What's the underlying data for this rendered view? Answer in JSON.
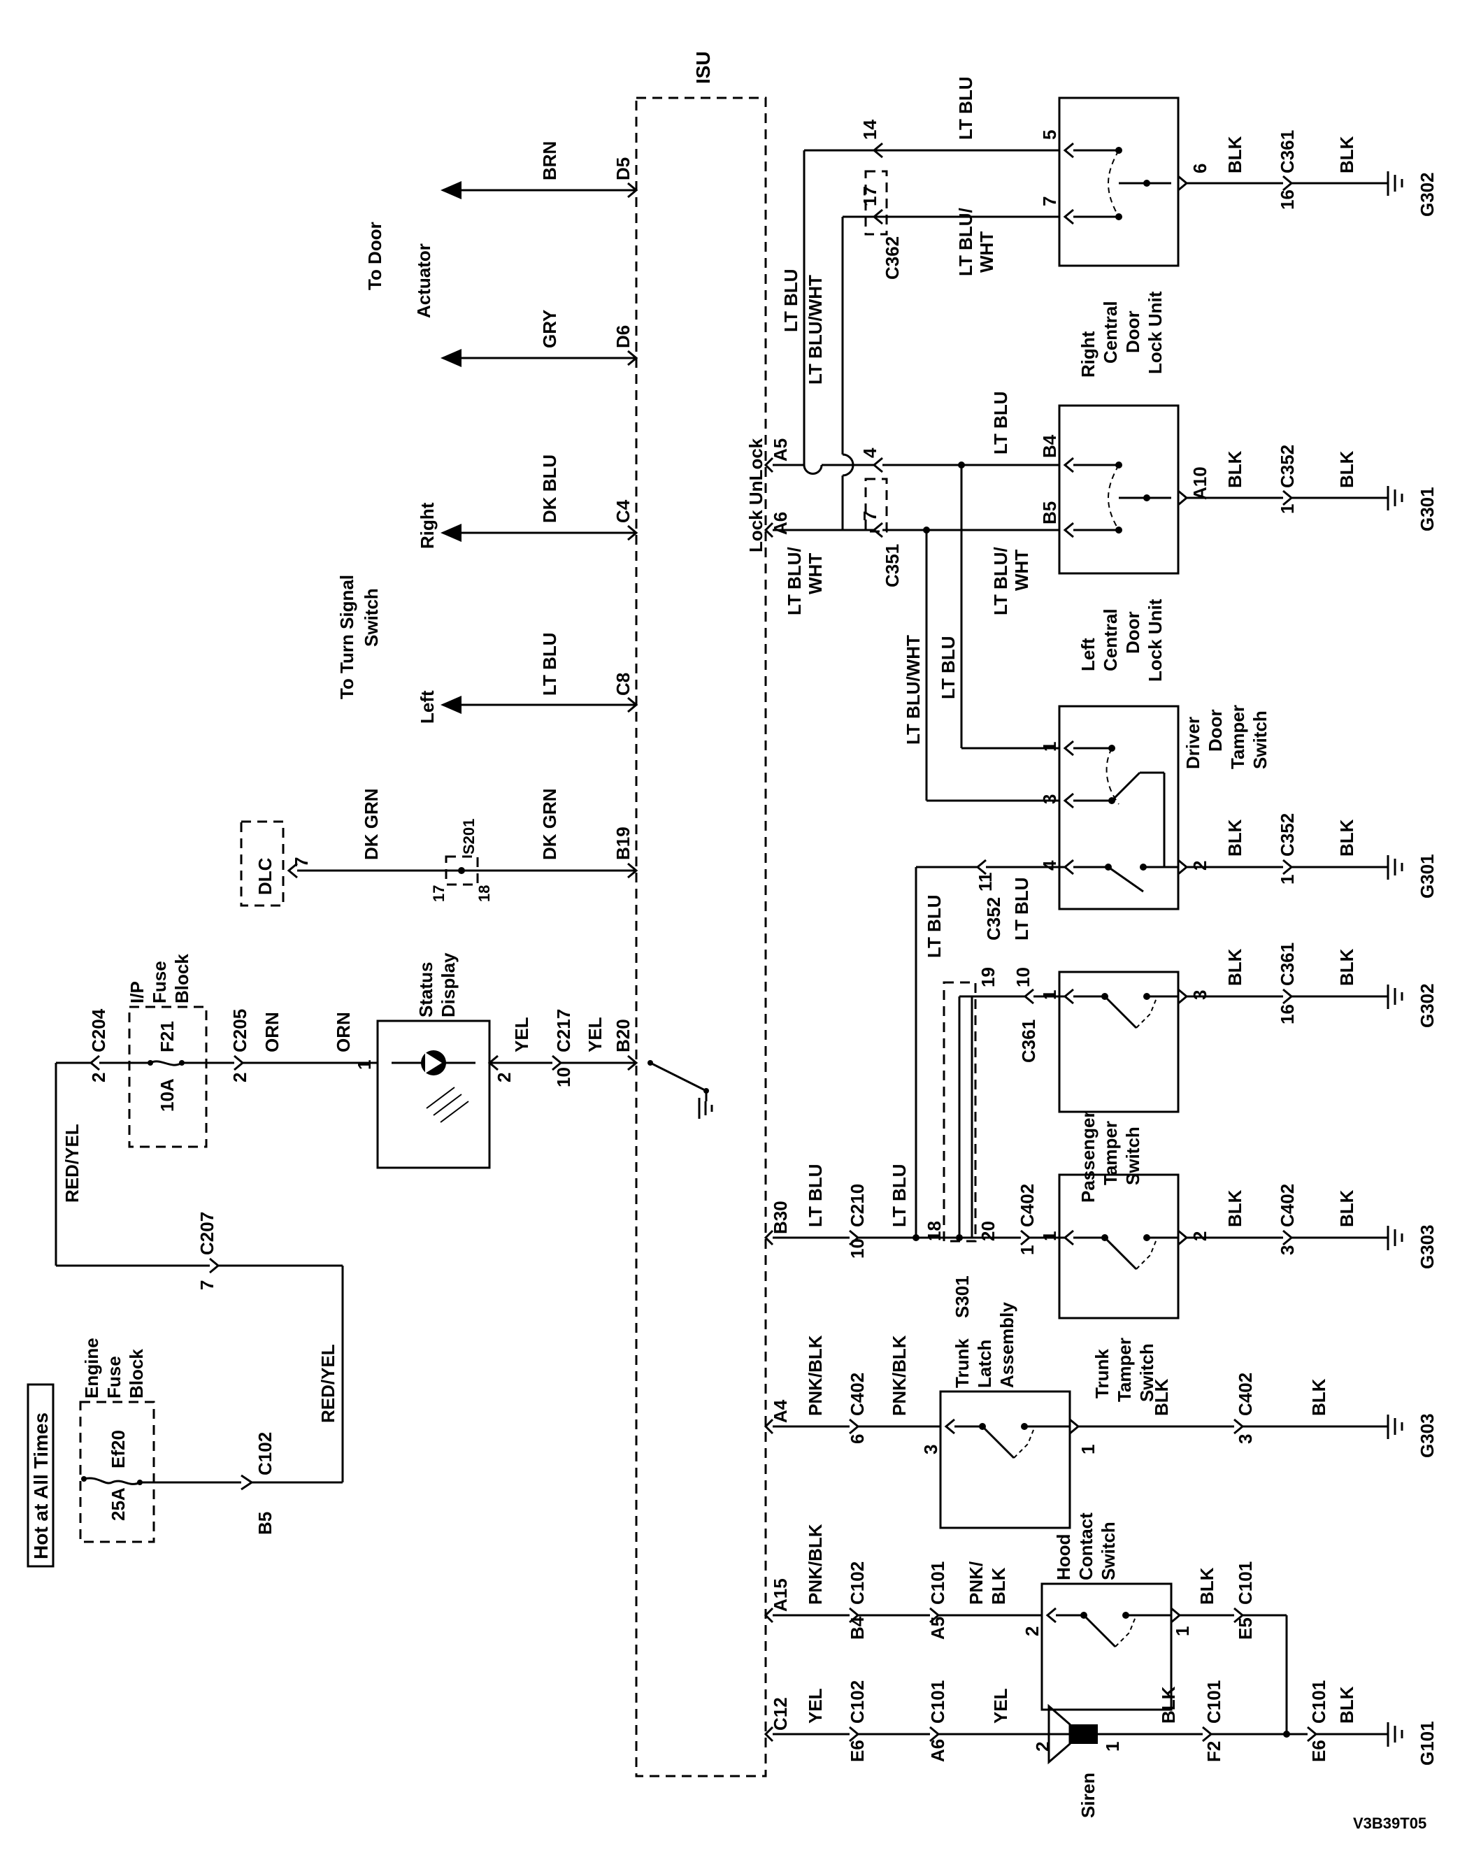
{
  "hot_label": "Hot at All Times",
  "engine_fuse_block": {
    "line1": "Engine",
    "line2": "Fuse",
    "line3": "Block",
    "fuse_id": "Ef20",
    "rating": "25A"
  },
  "ip_fuse_block": {
    "line1": "I/P",
    "line2": "Fuse",
    "line3": "Block",
    "fuse_id": "F21",
    "rating": "10A"
  },
  "isu_label": "ISU",
  "dlc_label": "DLC",
  "status_display": {
    "line1": "Status",
    "line2": "Display"
  },
  "to_door_actuator": {
    "line1": "To Door",
    "line2": "Actuator"
  },
  "to_turn_signal": {
    "line1": "To Turn Signal",
    "line2": "Switch"
  },
  "lock_unlock": "Lock UnLock",
  "labels": {
    "right": "Right",
    "left": "Left",
    "brn": "BRN",
    "gry": "GRY",
    "dk_blu": "DK BLU",
    "lt_blu": "LT BLU",
    "dk_grn": "DK GRN",
    "red_yel": "RED/YEL",
    "orn": "ORN",
    "yel": "YEL",
    "blk": "BLK",
    "pnk_blk": "PNK/BLK",
    "pnk_slash": "PNK/",
    "lt_blu_slash": "LT BLU/",
    "wht": "WHT",
    "lt_blu_wht": "LT BLU/WHT",
    "blk2": "BLK"
  },
  "connectors": {
    "c204": "C204",
    "c205": "C205",
    "c207": "C207",
    "c217": "C217",
    "c102": "C102",
    "c101": "C101",
    "c210": "C210",
    "c402": "C402",
    "c361": "C361",
    "c352": "C352",
    "c351": "C351",
    "c362": "C362",
    "s201": "S201",
    "s301": "S301"
  },
  "pins": {
    "d5": "D5",
    "d6": "D6",
    "c4": "C4",
    "c8": "C8",
    "b19": "B19",
    "b20": "B20",
    "b30": "B30",
    "a4": "A4",
    "a15": "A15",
    "c12": "C12",
    "a5": "A5",
    "a6": "A6",
    "b5": "B5",
    "b4": "B4",
    "e6": "E6",
    "e5": "E5",
    "f2": "F2",
    "a10": "A10",
    "n1": "1",
    "n2": "2",
    "n3": "3",
    "n4": "4",
    "n5": "5",
    "n6": "6",
    "n7": "7",
    "n10": "10",
    "n11": "11",
    "n14": "14",
    "n16": "16",
    "n17": "17",
    "n18": "18",
    "n19": "19",
    "n20": "20"
  },
  "components": {
    "right_lock": {
      "l1": "Right",
      "l2": "Central",
      "l3": "Door",
      "l4": "Lock Unit"
    },
    "left_lock": {
      "l1": "Left",
      "l2": "Central",
      "l3": "Door",
      "l4": "Lock Unit"
    },
    "driver_tamper": {
      "l1": "Driver",
      "l2": "Door",
      "l3": "Tamper",
      "l4": "Switch"
    },
    "passenger_tamper": {
      "l1": "Passenger",
      "l2": "Tamper",
      "l3": "Switch"
    },
    "trunk_tamper": {
      "l1": "Trunk",
      "l2": "Tamper",
      "l3": "Switch"
    },
    "trunk_latch": {
      "l1": "Trunk",
      "l2": "Latch",
      "l3": "Assembly"
    },
    "hood_switch": {
      "l1": "Hood",
      "l2": "Contact",
      "l3": "Switch"
    },
    "siren": "Siren"
  },
  "grounds": {
    "g101": "G101",
    "g301": "G301",
    "g302": "G302",
    "g303": "G303"
  },
  "figure_id": "V3B39T05"
}
